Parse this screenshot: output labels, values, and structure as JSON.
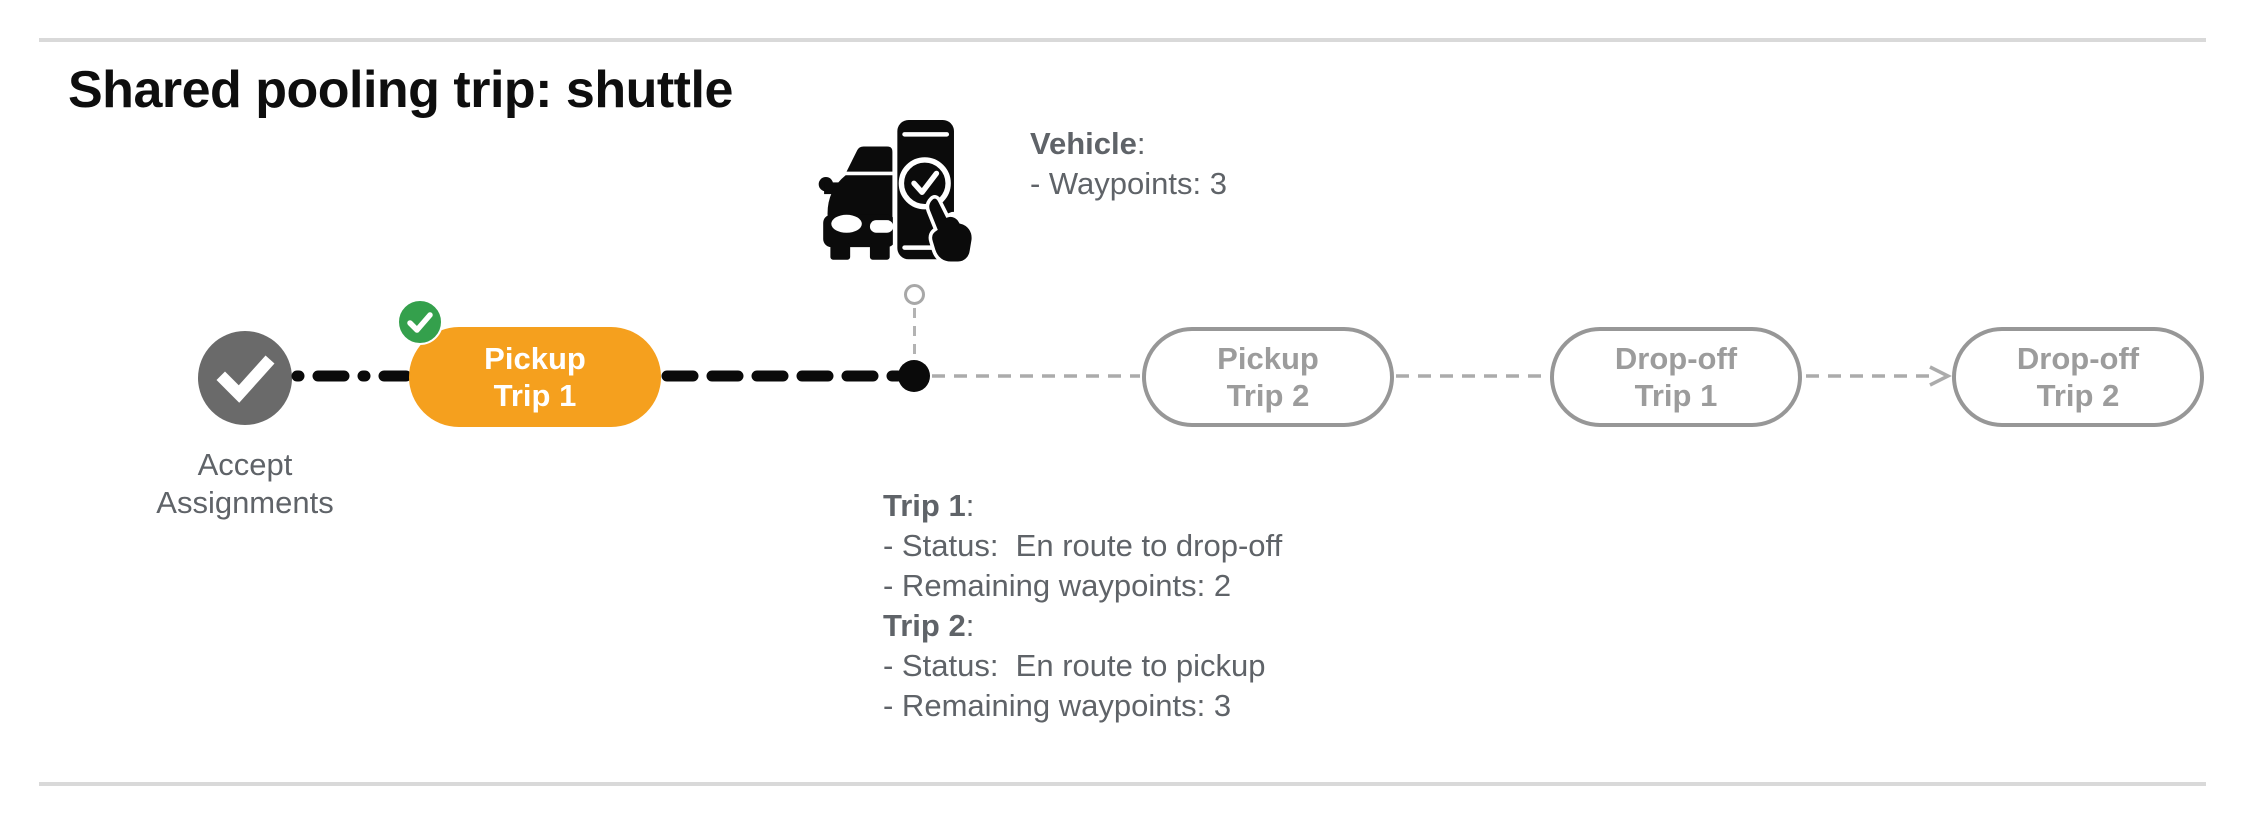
{
  "page": {
    "title": "Shared pooling trip: shuttle"
  },
  "nodes": {
    "accept": {
      "line1": "Accept",
      "line2": "Assignments",
      "state": "completed"
    },
    "pickup_trip_1": {
      "line1": "Pickup",
      "line2": "Trip 1",
      "state": "completed"
    },
    "pickup_trip_2": {
      "line1": "Pickup",
      "line2": "Trip 2",
      "state": "upcoming"
    },
    "dropoff_trip_1": {
      "line1": "Drop-off",
      "line2": "Trip 1",
      "state": "upcoming"
    },
    "dropoff_trip_2": {
      "line1": "Drop-off",
      "line2": "Trip 2",
      "state": "upcoming"
    }
  },
  "vehicle_callout": {
    "title": "Vehicle",
    "colon": ":",
    "waypoints": "- Waypoints: 3"
  },
  "trip_info": {
    "trip1": {
      "title": "Trip 1",
      "colon": ":",
      "status": "- Status:  En route to drop-off",
      "remaining": "- Remaining waypoints: 2"
    },
    "trip2": {
      "title": "Trip 2",
      "colon": ":",
      "status": "- Status:  En route to pickup",
      "remaining": "- Remaining waypoints: 3"
    }
  },
  "icons": {
    "completed_step": "checkmark-circle-icon",
    "pickup_badge": "green-check-badge-icon",
    "vehicle": "car-phone-check-icon",
    "current_position": "vehicle-position-dot",
    "arrow": "arrowhead-right-icon"
  },
  "colors": {
    "accent_orange": "#F5A01E",
    "success_green": "#34A04C",
    "completed_gray": "#6A6A6A",
    "future_outline_gray": "#979797",
    "future_text_gray": "#9C9C9C",
    "body_text_gray": "#5F6368",
    "timeline_black": "#0A0A0A",
    "connector_gray": "#ABABAB",
    "divider_gray": "#D9D9D9"
  }
}
